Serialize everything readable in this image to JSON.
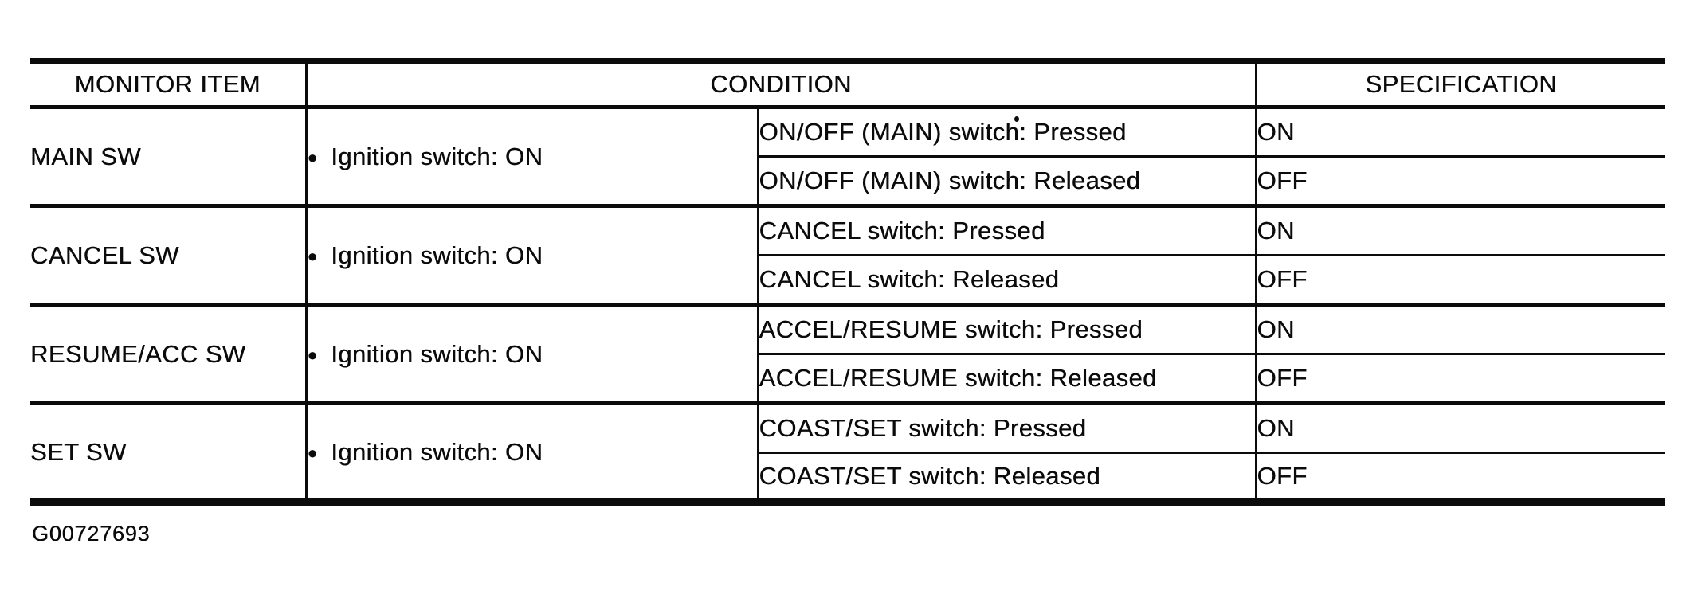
{
  "figure_label": "G00727693",
  "table": {
    "bullet": "●",
    "headers": {
      "monitor_item": "MONITOR ITEM",
      "condition": "CONDITION",
      "specification": "SPECIFICATION"
    },
    "rows": [
      {
        "monitor_item": "MAIN SW",
        "condition_common": "Ignition switch: ON",
        "sub_rows": [
          {
            "condition": "ON/OFF (MAIN) switch: Pressed",
            "specification": "ON"
          },
          {
            "condition": "ON/OFF (MAIN) switch: Released",
            "specification": "OFF"
          }
        ]
      },
      {
        "monitor_item": "CANCEL SW",
        "condition_common": "Ignition switch: ON",
        "sub_rows": [
          {
            "condition": "CANCEL switch: Pressed",
            "specification": "ON"
          },
          {
            "condition": "CANCEL switch: Released",
            "specification": "OFF"
          }
        ]
      },
      {
        "monitor_item": "RESUME/ACC SW",
        "condition_common": "Ignition switch: ON",
        "sub_rows": [
          {
            "condition": "ACCEL/RESUME switch: Pressed",
            "specification": "ON"
          },
          {
            "condition": "ACCEL/RESUME switch: Released",
            "specification": "OFF"
          }
        ]
      },
      {
        "monitor_item": "SET SW",
        "condition_common": "Ignition switch: ON",
        "sub_rows": [
          {
            "condition": "COAST/SET switch: Pressed",
            "specification": "ON"
          },
          {
            "condition": "COAST/SET switch: Released",
            "specification": "OFF"
          }
        ]
      }
    ]
  }
}
